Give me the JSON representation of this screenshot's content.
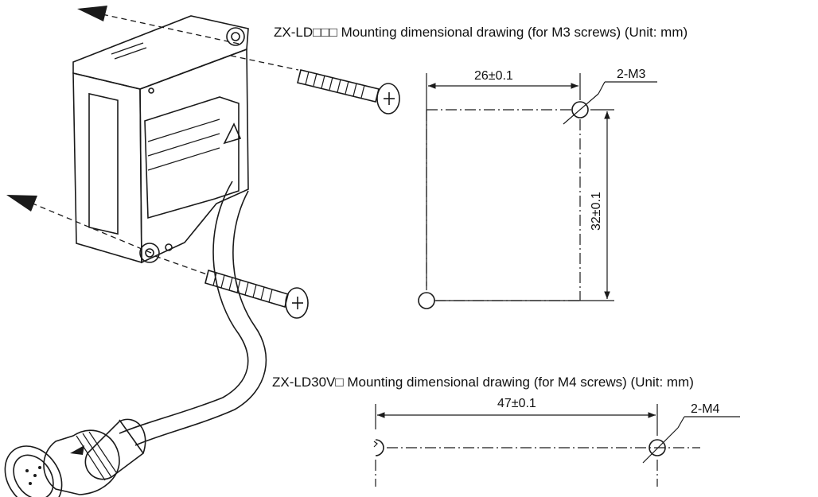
{
  "drawing_m3": {
    "title": "ZX-LD□□□ Mounting dimensional drawing (for M3 screws) (Unit: mm)",
    "horizontal_dimension": "26±0.1",
    "vertical_dimension": "32±0.1",
    "hole_callout": "2-M3"
  },
  "drawing_m4": {
    "title": "ZX-LD30V□ Mounting dimensional drawing (for M4 screws) (Unit: mm)",
    "horizontal_dimension": "47±0.1",
    "hole_callout": "2-M4"
  },
  "colors": {
    "line": "#1a1a1a",
    "background": "#ffffff"
  }
}
